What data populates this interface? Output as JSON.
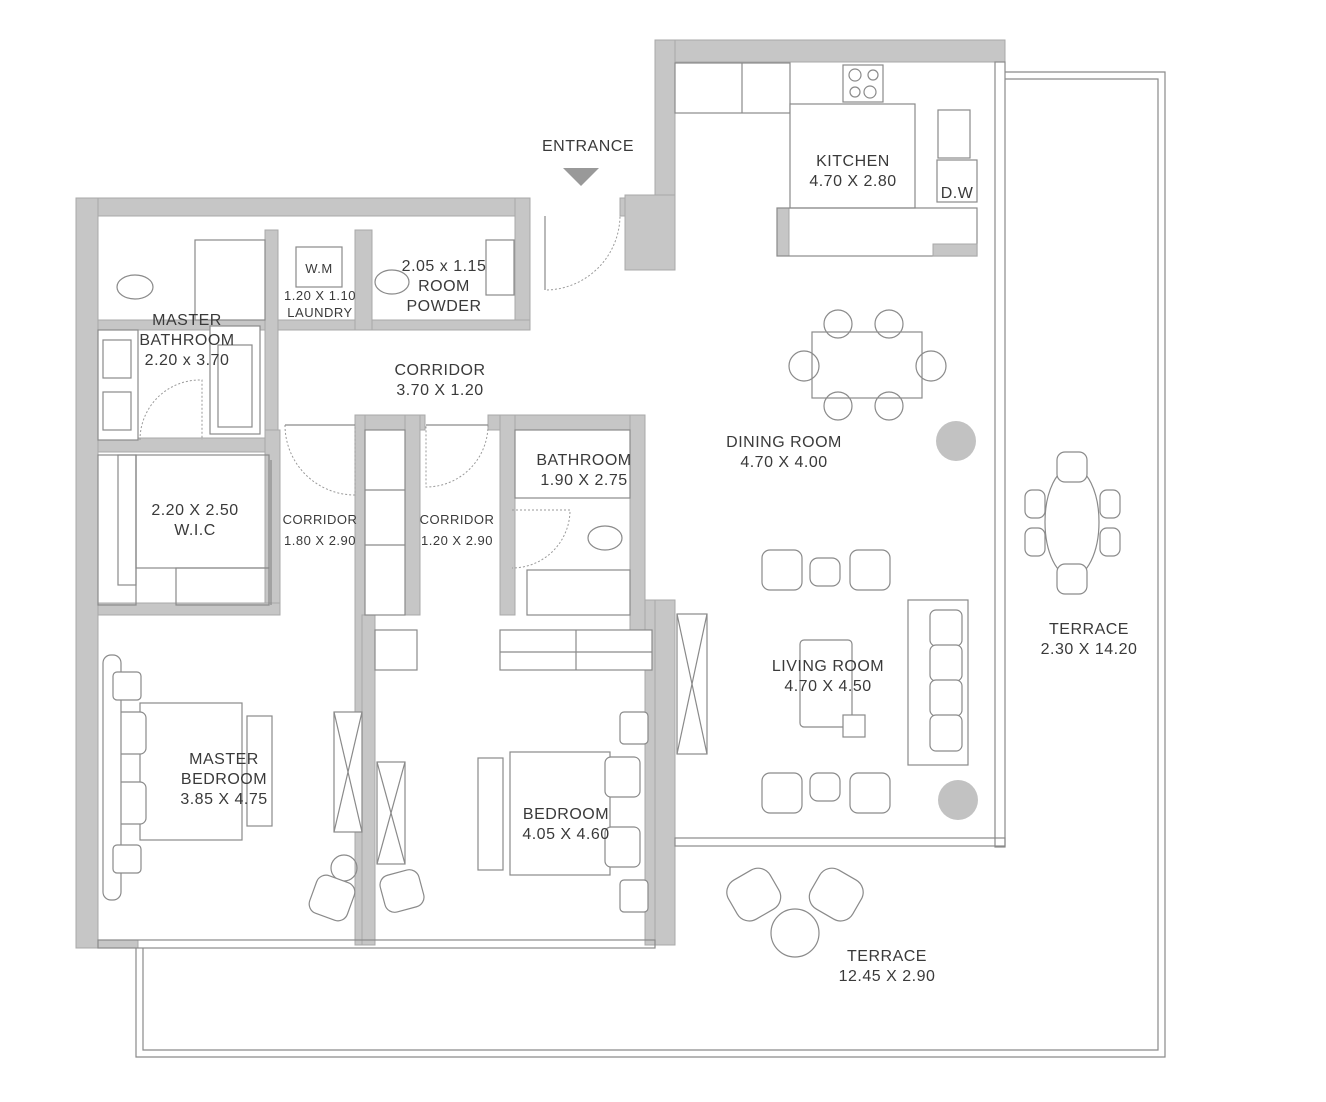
{
  "plan": {
    "entrance": "ENTRANCE",
    "rooms": {
      "kitchen": {
        "name": "KITCHEN",
        "size": "4.70 X 2.80"
      },
      "dw": "D.W",
      "master_bathroom": {
        "name1": "MASTER",
        "name2": "BATHROOM",
        "size": "2.20 x 3.70"
      },
      "laundry": {
        "wm": "W.M",
        "size": "1.20 X 1.10",
        "name": "LAUNDRY"
      },
      "powder": {
        "size": "2.05 x 1.15",
        "name1": "ROOM",
        "name2": "POWDER"
      },
      "corridor_main": {
        "name": "CORRIDOR",
        "size": "3.70 X 1.20"
      },
      "wic": {
        "size": "2.20 X 2.50",
        "name": "W.I.C"
      },
      "corridor_a": {
        "name": "CORRIDOR",
        "size": "1.80 X 2.90"
      },
      "corridor_b": {
        "name": "CORRIDOR",
        "size": "1.20 X 2.90"
      },
      "bathroom": {
        "name": "BATHROOM",
        "size": "1.90 X 2.75"
      },
      "dining": {
        "name": "DINING ROOM",
        "size": "4.70 X 4.00"
      },
      "living": {
        "name": "LIVING ROOM",
        "size": "4.70 X 4.50"
      },
      "master_bedroom": {
        "name1": "MASTER",
        "name2": "BEDROOM",
        "size": "3.85 X 4.75"
      },
      "bedroom": {
        "name": "BEDROOM",
        "size": "4.05 X 4.60"
      },
      "terrace_side": {
        "name": "TERRACE",
        "size": "2.30 X 14.20"
      },
      "terrace_front": {
        "name": "TERRACE",
        "size": "12.45 X 2.90"
      }
    },
    "colors": {
      "wall": "#c6c6c6",
      "line": "#8a8a8a",
      "text": "#3a3a3a"
    }
  }
}
